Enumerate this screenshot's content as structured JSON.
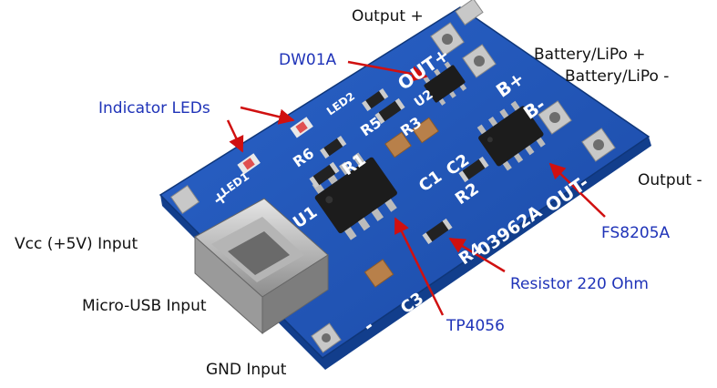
{
  "colors": {
    "pcb": "#1f56b8",
    "pcb_dark": "#123e8c",
    "label_black": "#111111",
    "label_blue": "#1f33b8",
    "arrow": "#d01010",
    "pad_silver": "#c8c8c8",
    "chip_black": "#1c1c1c",
    "capacitor": "#b8804a"
  },
  "labels": {
    "output_plus": "Output +",
    "dw01a": "DW01A",
    "battery_plus": "Battery/LiPo +",
    "battery_minus": "Battery/LiPo -",
    "indicator_leds": "Indicator LEDs",
    "output_minus": "Output -",
    "fs8205a": "FS8205A",
    "vcc_input": "Vcc (+5V) Input",
    "resistor": "Resistor 220 Ohm",
    "micro_usb": "Micro-USB Input",
    "tp4056": "TP4056",
    "gnd_input": "GND Input"
  },
  "silkscreen": {
    "out_plus": "OUT+",
    "b_plus": "B+",
    "b_minus": "B-",
    "out_minus": "OUT-",
    "led2": "LED2",
    "led1": "LED1",
    "r1": "R1",
    "r2": "R2",
    "r3": "R3",
    "r4": "R4",
    "r5": "R5",
    "r6": "R6",
    "c1": "C1",
    "c2": "C2",
    "c3": "C3",
    "u1": "U1",
    "u2": "U2",
    "board_id": "03962A",
    "plus": "+",
    "minus": "-"
  }
}
